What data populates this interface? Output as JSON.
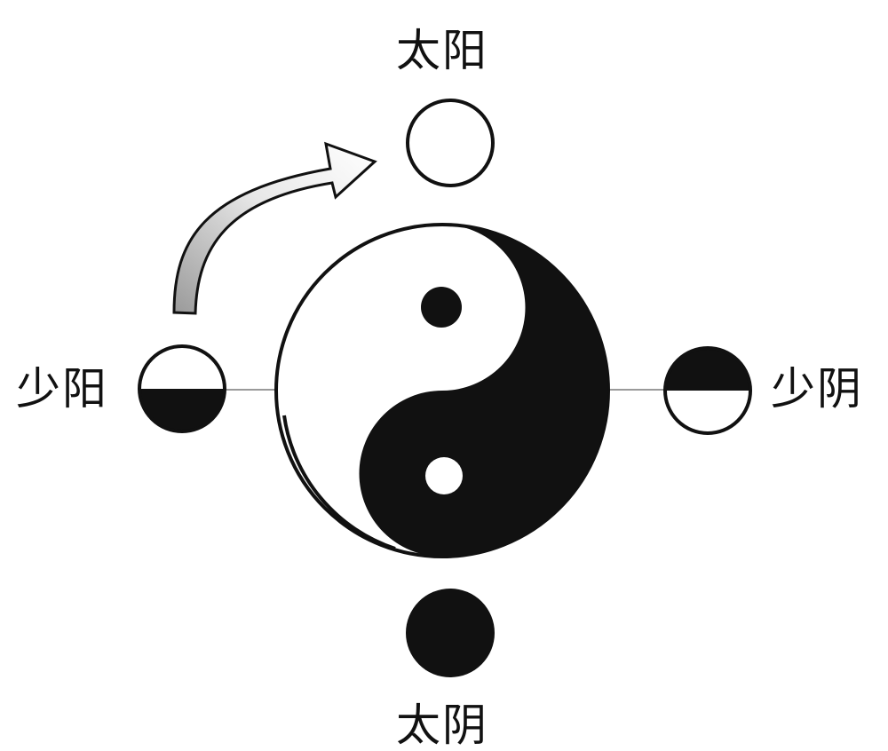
{
  "labels": {
    "top": "太阳",
    "left": "少阳",
    "right": "少阴",
    "bottom": "太阴"
  },
  "colors": {
    "ink": "#111111",
    "paper": "#ffffff",
    "horizon_line": "#9a9a9a",
    "arrow_light": "#ffffff",
    "arrow_dark": "#9a9a9a"
  },
  "icons": {
    "top": "hollow-circle-icon",
    "left": "half-filled-bottom-circle-icon",
    "right": "half-filled-top-circle-icon",
    "bottom": "solid-circle-icon",
    "center": "yin-yang-icon",
    "arrow": "curved-arrow-icon"
  }
}
